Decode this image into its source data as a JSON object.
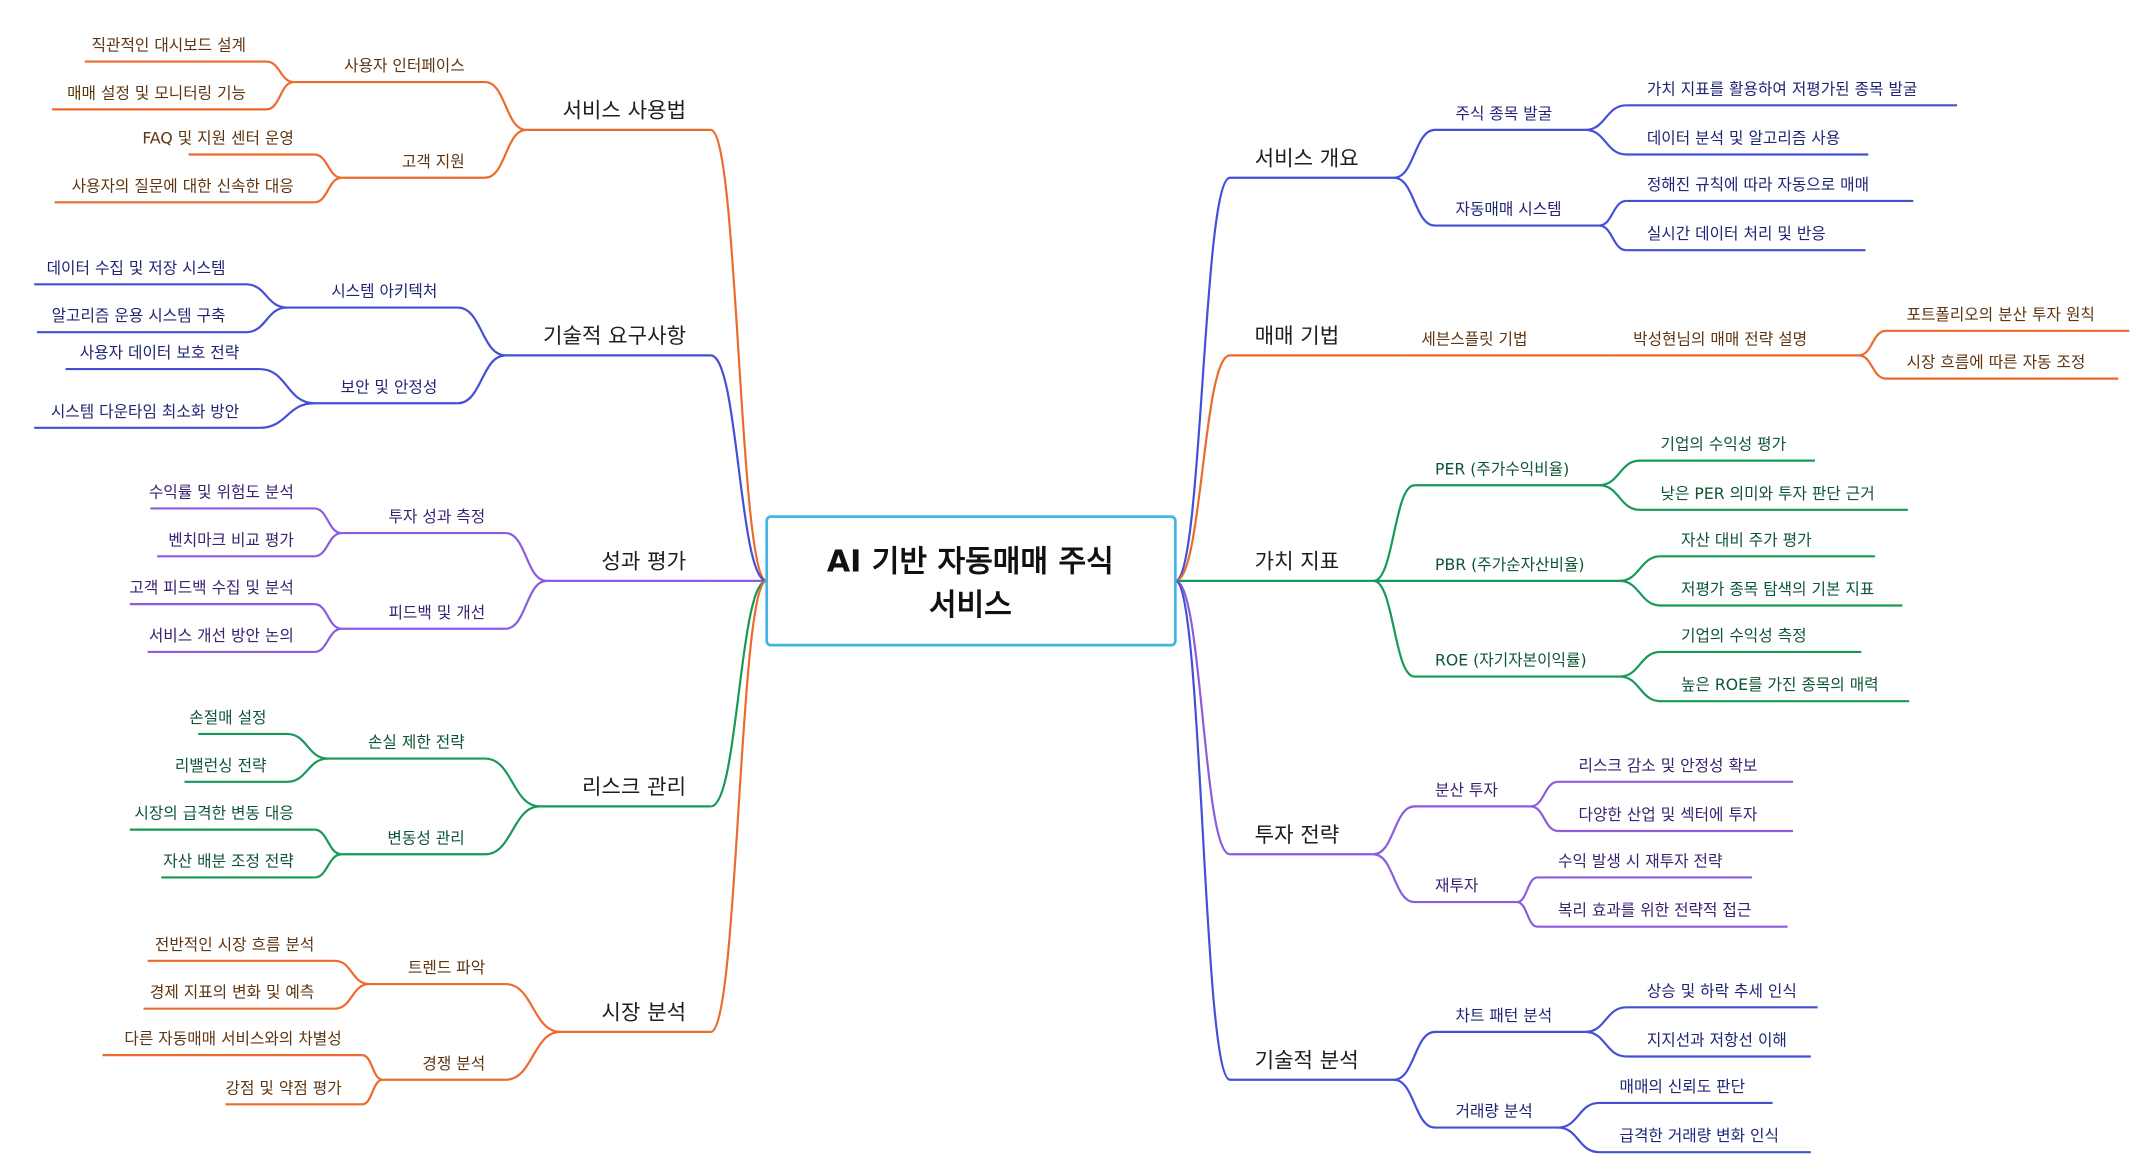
{
  "root": {
    "line1": "AI 기반 자동매매 주식",
    "line2": "서비스"
  },
  "colors": {
    "orange": "#ec6a2c",
    "blue": "#4350d6",
    "purple": "#8b5cdb",
    "green": "#17995a",
    "root_border": "#45b3e3"
  },
  "right": [
    {
      "label": "서비스 개요",
      "color": "blue",
      "children": [
        {
          "label": "주식 종목 발굴",
          "children": [
            {
              "label": "가치 지표를 활용하여 저평가된 종목 발굴"
            },
            {
              "label": "데이터 분석 및 알고리즘 사용"
            }
          ]
        },
        {
          "label": "자동매매 시스템",
          "children": [
            {
              "label": "정해진 규칙에 따라 자동으로 매매"
            },
            {
              "label": "실시간 데이터 처리 및 반응"
            }
          ]
        }
      ]
    },
    {
      "label": "매매 기법",
      "color": "orange",
      "children": [
        {
          "label": "세븐스플릿 기법",
          "children": [
            {
              "label": "박성현님의 매매 전략 설명",
              "children": [
                {
                  "label": "포트폴리오의 분산 투자 원칙"
                },
                {
                  "label": "시장 흐름에 따른 자동 조정"
                }
              ]
            }
          ]
        }
      ]
    },
    {
      "label": "가치 지표",
      "color": "green",
      "children": [
        {
          "label": "PER (주가수익비율)",
          "children": [
            {
              "label": "기업의 수익성 평가"
            },
            {
              "label": "낮은 PER 의미와 투자 판단 근거"
            }
          ]
        },
        {
          "label": "PBR (주가순자산비율)",
          "children": [
            {
              "label": "자산 대비 주가 평가"
            },
            {
              "label": "저평가 종목 탐색의 기본 지표"
            }
          ]
        },
        {
          "label": "ROE (자기자본이익률)",
          "children": [
            {
              "label": "기업의 수익성 측정"
            },
            {
              "label": "높은 ROE를 가진 종목의 매력"
            }
          ]
        }
      ]
    },
    {
      "label": "투자 전략",
      "color": "purple",
      "children": [
        {
          "label": "분산 투자",
          "children": [
            {
              "label": "리스크 감소 및 안정성 확보"
            },
            {
              "label": "다양한 산업 및 섹터에 투자"
            }
          ]
        },
        {
          "label": "재투자",
          "children": [
            {
              "label": "수익 발생 시 재투자 전략"
            },
            {
              "label": "복리 효과를 위한 전략적 접근"
            }
          ]
        }
      ]
    },
    {
      "label": "기술적 분석",
      "color": "blue",
      "children": [
        {
          "label": "차트 패턴 분석",
          "children": [
            {
              "label": "상승 및 하락 추세 인식"
            },
            {
              "label": "지지선과 저항선 이해"
            }
          ]
        },
        {
          "label": "거래량 분석",
          "children": [
            {
              "label": "매매의 신뢰도 판단"
            },
            {
              "label": "급격한 거래량 변화 인식"
            }
          ]
        }
      ]
    }
  ],
  "left": [
    {
      "label": "서비스 사용법",
      "color": "orange",
      "children": [
        {
          "label": "사용자 인터페이스",
          "children": [
            {
              "label": "직관적인 대시보드 설계"
            },
            {
              "label": "매매 설정 및 모니터링 기능"
            }
          ]
        },
        {
          "label": "고객 지원",
          "children": [
            {
              "label": "FAQ 및 지원 센터 운영"
            },
            {
              "label": "사용자의 질문에 대한 신속한 대응"
            }
          ]
        }
      ]
    },
    {
      "label": "기술적 요구사항",
      "color": "blue",
      "children": [
        {
          "label": "시스템 아키텍처",
          "children": [
            {
              "label": "데이터 수집 및 저장 시스템"
            },
            {
              "label": "알고리즘 운용 시스템 구축"
            }
          ]
        },
        {
          "label": "보안 및 안정성",
          "children": [
            {
              "label": "사용자 데이터 보호 전략"
            },
            {
              "label": "시스템 다운타임 최소화 방안"
            }
          ]
        }
      ]
    },
    {
      "label": "성과 평가",
      "color": "purple",
      "children": [
        {
          "label": "투자 성과 측정",
          "children": [
            {
              "label": "수익률 및 위험도 분석"
            },
            {
              "label": "벤치마크 비교 평가"
            }
          ]
        },
        {
          "label": "피드백 및 개선",
          "children": [
            {
              "label": "고객 피드백 수집 및 분석"
            },
            {
              "label": "서비스 개선 방안 논의"
            }
          ]
        }
      ]
    },
    {
      "label": "리스크 관리",
      "color": "green",
      "children": [
        {
          "label": "손실 제한 전략",
          "children": [
            {
              "label": "손절매 설정"
            },
            {
              "label": "리밸런싱 전략"
            }
          ]
        },
        {
          "label": "변동성 관리",
          "children": [
            {
              "label": "시장의 급격한 변동 대응"
            },
            {
              "label": "자산 배분 조정 전략"
            }
          ]
        }
      ]
    },
    {
      "label": "시장 분석",
      "color": "orange",
      "children": [
        {
          "label": "트렌드 파악",
          "children": [
            {
              "label": "전반적인 시장 흐름 분석"
            },
            {
              "label": "경제 지표의 변화 및 예측"
            }
          ]
        },
        {
          "label": "경쟁 분석",
          "children": [
            {
              "label": "다른 자동매매 서비스와의 차별성"
            },
            {
              "label": "강점 및 약점 평가"
            }
          ]
        }
      ]
    }
  ]
}
